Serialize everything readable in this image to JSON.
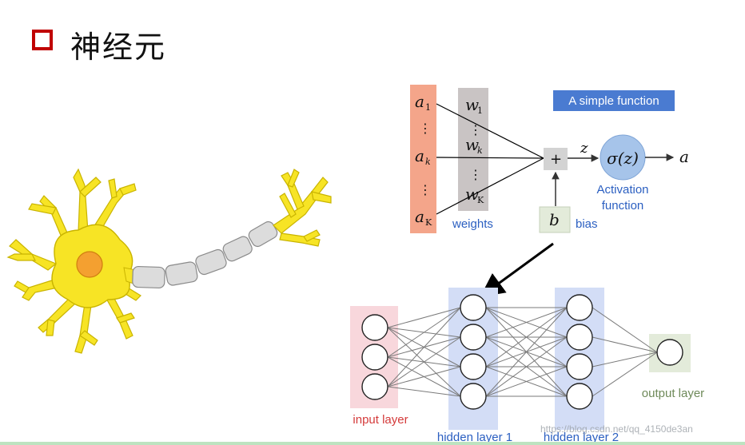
{
  "slide": {
    "title": "神经元"
  },
  "neuron_formula": {
    "inputs": [
      "a",
      "⋮",
      "a",
      "⋮",
      "a"
    ],
    "input_subscripts": [
      "1",
      "",
      "k",
      "",
      "K"
    ],
    "weights": [
      "w",
      "⋮",
      "w",
      "⋮",
      "w"
    ],
    "weight_subscripts": [
      "1",
      "",
      "k",
      "",
      "K"
    ],
    "weights_label": "weights",
    "sum_symbol": "+",
    "z_label": "z",
    "sigma_label": "σ(z)",
    "activation_label_1": "Activation",
    "activation_label_2": "function",
    "output_label": "a",
    "bias_symbol": "b",
    "bias_label": "bias",
    "banner": "A simple function"
  },
  "network": {
    "input_layer_label": "input layer",
    "hidden1_label": "hidden layer 1",
    "hidden2_label": "hidden layer 2",
    "output_layer_label": "output layer"
  },
  "watermark": "https://blog.csdn.net/qq_4150de3an",
  "colors": {
    "accent_red": "#c00000",
    "input_bar": "#f4a58a",
    "weights_bar": "#c9c4c4",
    "banner_bg": "#4a7bd1",
    "sigma_circle": "#a6c4ea",
    "neuron_yellow": "#f7e425",
    "neuron_nucleus": "#f4a030",
    "layer_input_bg": "#f8d7dc",
    "layer_hidden_bg": "#d3ddf6",
    "layer_output_bg": "#e3ebda"
  }
}
